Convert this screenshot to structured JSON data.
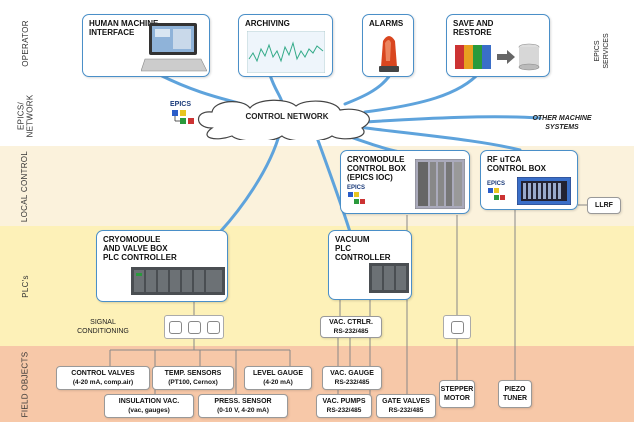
{
  "layers": {
    "operator": "OPERATOR",
    "epics_network": "EPICS/\nNETWORK",
    "local_control": "LOCAL CONTROL",
    "plcs": "PLC's",
    "field_objects": "FIELD OBJECTS"
  },
  "operator_boxes": {
    "hmi": "HUMAN MACHINE\nINTERFACE",
    "archiving": "ARCHIVING",
    "alarms": "ALARMS",
    "save_restore": "SAVE AND\nRESTORE"
  },
  "epics_services": "EPICS\nSERVICES",
  "network": {
    "cloud": "CONTROL NETWORK",
    "epics_logo": "EPICS",
    "other": "OTHER MACHINE\nSYSTEMS"
  },
  "local": {
    "cryo_box": "CRYOMODULE\nCONTROL BOX\n(EPICS IOC)",
    "rf_box": "RF uTCA\nCONTROL BOX",
    "epics_logo": "EPICS",
    "llrf": "LLRF"
  },
  "plc": {
    "cryo_plc": "CRYOMODULE\nAND VALVE BOX\nPLC CONTROLLER",
    "vac_plc": "VACUUM\nPLC\nCONTROLLER"
  },
  "signal": {
    "conditioning": "SIGNAL\nCONDITIONING",
    "vac_ctrl": "VAC. CTRLR.",
    "vac_ctrl_sub": "RS-232/485"
  },
  "field": {
    "control_valves": "CONTROL VALVES",
    "control_valves_sub": "(4-20 mA, comp.air)",
    "temp_sensors": "TEMP. SENSORS",
    "temp_sensors_sub": "(PT100, Cernox)",
    "level_gauge": "LEVEL GAUGE",
    "level_gauge_sub": "(4-20 mA)",
    "insulation_vac": "INSULATION VAC.",
    "insulation_vac_sub": "(vac, gauges)",
    "press_sensor": "PRESS. SENSOR",
    "press_sensor_sub": "(0-10 V, 4-20 mA)",
    "vac_gauge": "VAC. GAUGE",
    "vac_gauge_sub": "RS-232/485",
    "vac_pumps": "VAC. PUMPS",
    "vac_pumps_sub": "RS-232/485",
    "gate_valves": "GATE VALVES",
    "gate_valves_sub": "RS-232/485",
    "stepper": "STEPPER\nMOTOR",
    "piezo": "PIEZO\nTUNER"
  },
  "colors": {
    "operator_band": "#ffffff",
    "network_band": "#ffffff",
    "local_band": "#fbf2dc",
    "plc_band": "#fdf1b8",
    "field_band": "#f7c8a8",
    "box_border": "#4a8fc8",
    "link_line": "#5ea3dc"
  }
}
